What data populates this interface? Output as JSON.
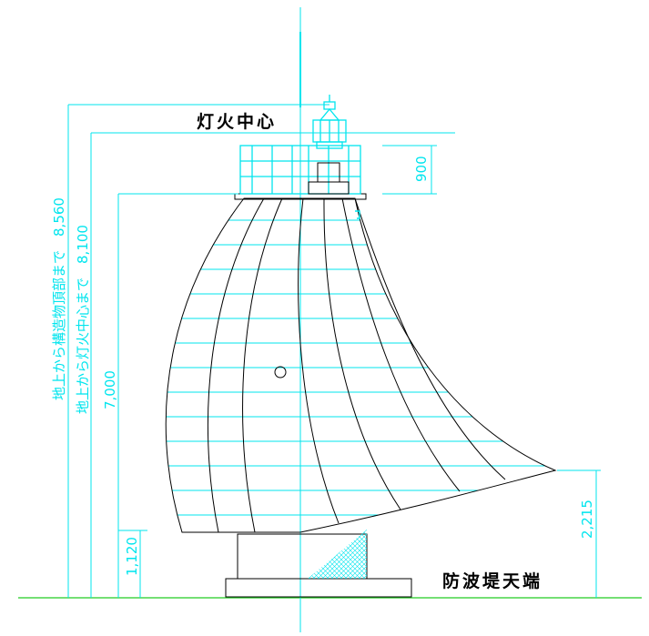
{
  "labels": {
    "light_center": "灯火中心",
    "breakwater_top": "防波堤天端"
  },
  "dimensions": {
    "ground_to_structure_top": "地上から構造物頂部まで　8,560",
    "ground_to_light_center": "地上から灯火中心まで　8,100",
    "body_height": "7,000",
    "base_height": "1,120",
    "lantern_height": "900",
    "tip_height": "2,215"
  },
  "colors": {
    "outline": "#000000",
    "dimension": "#00e5ee",
    "ground": "#22cc22"
  }
}
